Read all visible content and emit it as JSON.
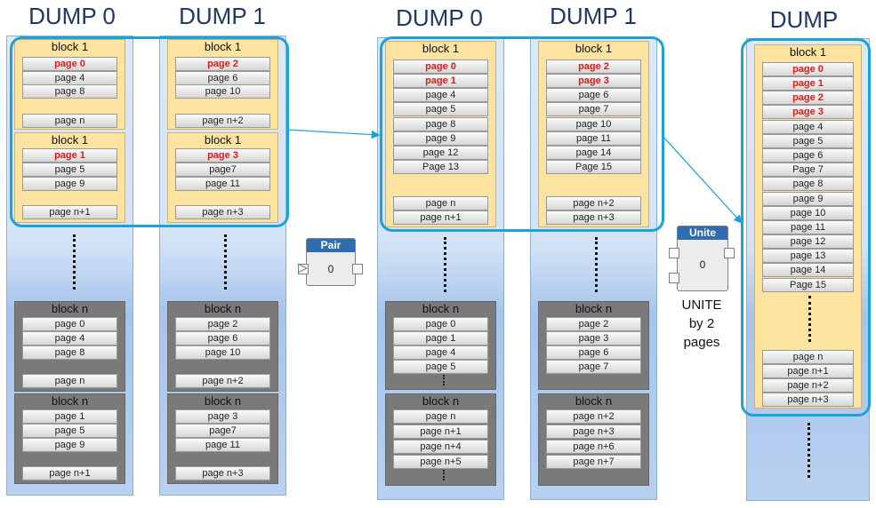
{
  "titles": {
    "dump0_left": "DUMP 0",
    "dump1_left": "DUMP 1",
    "dump0_mid": "DUMP 0",
    "dump1_mid": "DUMP 1",
    "dump_right": "DUMP"
  },
  "left_dump0": {
    "block_a": {
      "title": "block 1",
      "pages": [
        "page 0",
        "page 4",
        "page 8",
        "page n"
      ]
    },
    "block_b": {
      "title": "block 1",
      "pages": [
        "page 1",
        "page 5",
        "page 9",
        "page n+1"
      ]
    },
    "block_c": {
      "title": "block n",
      "pages": [
        "page 0",
        "page 4",
        "page 8",
        "page n"
      ]
    },
    "block_d": {
      "title": "block n",
      "pages": [
        "page 1",
        "page 5",
        "page 9",
        "page n+1"
      ]
    }
  },
  "left_dump1": {
    "block_a": {
      "title": "block 1",
      "pages": [
        "page 2",
        "page 6",
        "page 10",
        "page n+2"
      ]
    },
    "block_b": {
      "title": "block 1",
      "pages": [
        "page 3",
        "page7",
        "page 11",
        "page n+3"
      ]
    },
    "block_c": {
      "title": "block n",
      "pages": [
        "page 2",
        "page 6",
        "page 10",
        "page n+2"
      ]
    },
    "block_d": {
      "title": "block n",
      "pages": [
        "page 3",
        "page7",
        "page 11",
        "page n+3"
      ]
    }
  },
  "pair_node": {
    "title": "Pair",
    "value": "0"
  },
  "mid_dump0": {
    "block_a": {
      "title": "block 1",
      "pages": [
        "page 0",
        "page 1",
        "page 4",
        "page 5",
        "page 8",
        "page 9",
        "page 12",
        "Page 13",
        "page n",
        "page n+1"
      ]
    },
    "block_b": {
      "title": "block n",
      "pages": [
        "page 0",
        "page 1",
        "page 4",
        "page 5"
      ]
    },
    "block_c": {
      "title": "block n",
      "pages": [
        "page n",
        "page n+1",
        "page n+4",
        "page n+5"
      ]
    }
  },
  "mid_dump1": {
    "block_a": {
      "title": "block 1",
      "pages": [
        "page 2",
        "page 3",
        "page 6",
        "page 7",
        "page 10",
        "page 11",
        "page 14",
        "Page 15",
        "page n+2",
        "page n+3"
      ]
    },
    "block_b": {
      "title": "block n",
      "pages": [
        "page 2",
        "page 3",
        "page 6",
        "page 7"
      ]
    },
    "block_c": {
      "title": "block n",
      "pages": [
        "page n+2",
        "page n+3",
        "page n+6",
        "page n+7"
      ]
    }
  },
  "unite_node": {
    "title": "Unite",
    "value": "0",
    "caption": [
      "UNITE",
      "by 2",
      "pages"
    ]
  },
  "right_dump": {
    "block_a": {
      "title": "block 1",
      "pages": [
        "page 0",
        "page 1",
        "page 2",
        "page 3",
        "page 4",
        "page 5",
        "page 6",
        "Page 7",
        "page 8",
        "page 9",
        "page 10",
        "page 11",
        "page 12",
        "page 13",
        "page 14",
        "Page 15",
        "page n",
        "page n+1",
        "page n+2",
        "page n+3"
      ]
    }
  },
  "colors": {
    "highlight_text": "#e0191b",
    "group_border": "#1ba2d9",
    "block_fill": "#fde3a0",
    "block_dark": "#7a7a7a",
    "node_header": "#2f6cb0"
  }
}
